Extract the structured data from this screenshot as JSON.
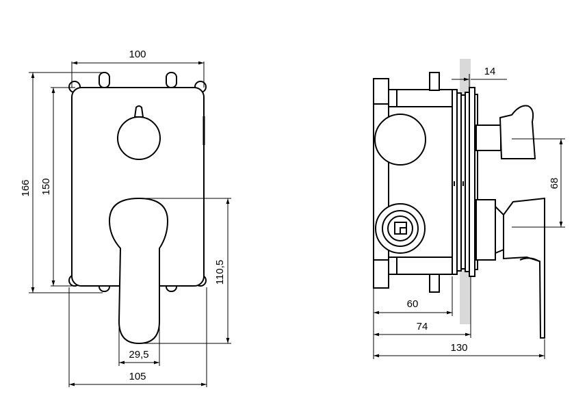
{
  "front_view": {
    "dim_width_plate": "100",
    "dim_height_total": "166",
    "dim_height_plate": "150",
    "dim_lever_height": "110,5",
    "dim_lever_width": "29,5",
    "dim_width_total": "105"
  },
  "side_view": {
    "dim_wall": "14",
    "dim_handle_spacing": "68",
    "dim_box_depth": "60",
    "dim_to_wall": "74",
    "dim_total_depth": "130"
  },
  "colors": {
    "line": "#000000",
    "wall": "#d9d9d9"
  }
}
